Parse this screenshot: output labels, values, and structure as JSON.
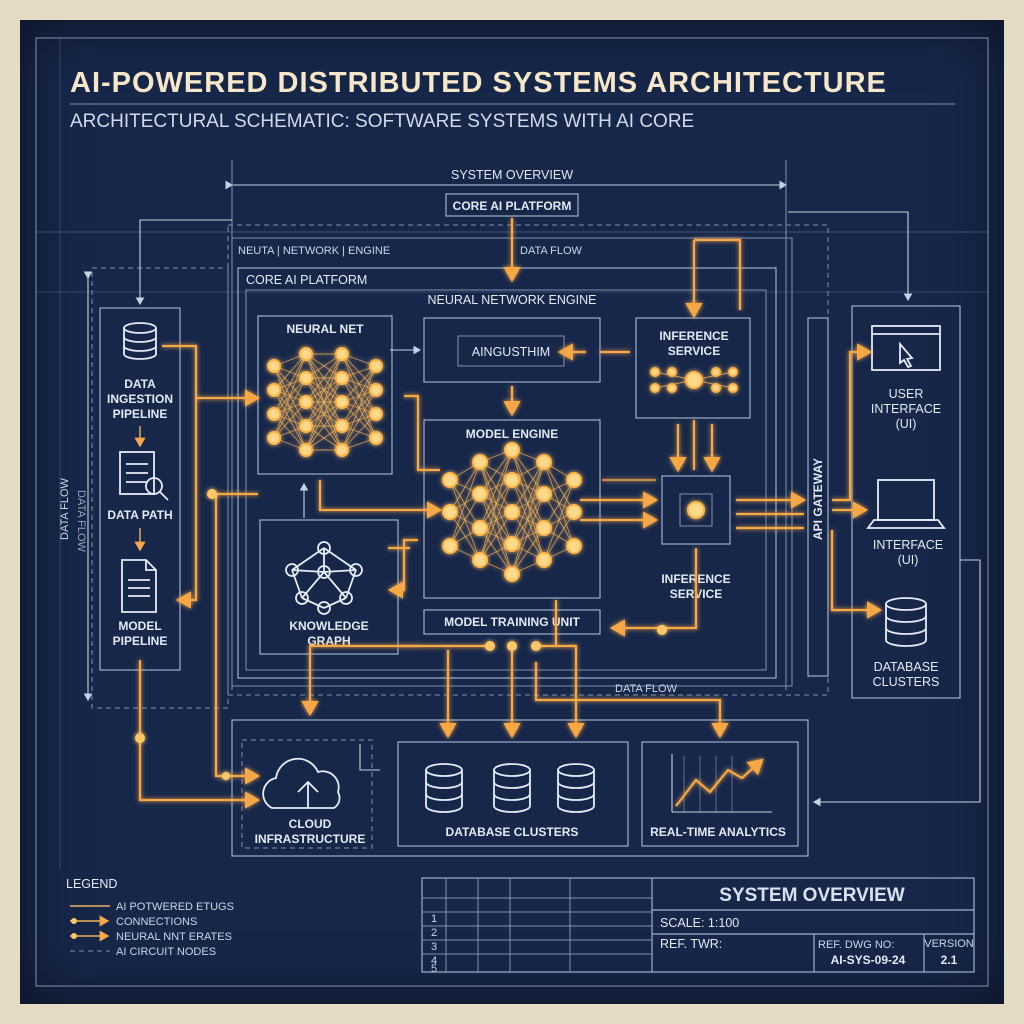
{
  "header": {
    "title": "AI-POWERED DISTRIBUTED SYSTEMS ARCHITECTURE",
    "subtitle": "ARCHITECTURAL SCHEMATIC: SOFTWARE SYSTEMS WITH AI CORE"
  },
  "top": {
    "system_overview": "SYSTEM OVERVIEW",
    "core_ai_platform_tag": "CORE AI PLATFORM",
    "data_flow_top": "DATA FLOW",
    "neural_network_engine_outer": "NEUTA | NETWORK | ENGINE"
  },
  "core": {
    "core_ai_platform": "CORE AI PLATFORM",
    "neural_network_engine": "NEURAL NETWORK ENGINE",
    "neural_net": "NEURAL NET",
    "algorithm": "AINGUSTHIM",
    "model_engine": "MODEL ENGINE",
    "inference_top": [
      "INFERENCE",
      "SERVICE"
    ],
    "inference_bottom": [
      "INFERENCE",
      "SERVICE"
    ],
    "knowledge_graph": [
      "KNOWLEDGE",
      "GRAPH"
    ],
    "model_training_unit": "MODEL TRAINING UNIT",
    "data_flow_bottom": "DATA FLOW",
    "api_gateway": "API GATEWAY"
  },
  "left_pipeline": {
    "data_flow_vertical": "DATA FLOW",
    "data_flow_vertical_mirror": "DATA FLOW",
    "ingestion": [
      "DATA",
      "INGESTION",
      "PIPELINE"
    ],
    "data_path": "DATA PATH",
    "model_pipeline": [
      "MODEL",
      "PIPELINE"
    ]
  },
  "right_panel": {
    "user_interface": [
      "USER",
      "INTERFACE",
      "(UI)"
    ],
    "interface": [
      "INTERFACE",
      "(UI)"
    ],
    "database_clusters": [
      "DATABASE",
      "CLUSTERS"
    ]
  },
  "bottom": {
    "cloud_infrastructure": [
      "CLOUD",
      "INFRASTRUCTURE"
    ],
    "database_clusters": "DATABASE CLUSTERS",
    "real_time_analytics": "REAL-TIME ANALYTICS"
  },
  "legend": {
    "title": "LEGEND",
    "items": [
      "AI POTWERED ETUGS",
      "CONNECTIONS",
      "NEURAL NNT ERATES",
      "AI CIRCUIT NODES"
    ]
  },
  "title_block": {
    "rows": [
      "1",
      "2",
      "3",
      "4",
      "5"
    ],
    "heading": "SYSTEM OVERVIEW",
    "scale": "SCALE:  1:100",
    "ref": "REF. TWR:",
    "dwg_label": "REF. DWG NO:",
    "dwg_value": "AI-SYS-09-24",
    "version_label": "VERSION",
    "version_value": "2.1"
  },
  "colors": {
    "background": "#17274a",
    "glow": "#f5a845",
    "line": "#9fb0cc"
  }
}
